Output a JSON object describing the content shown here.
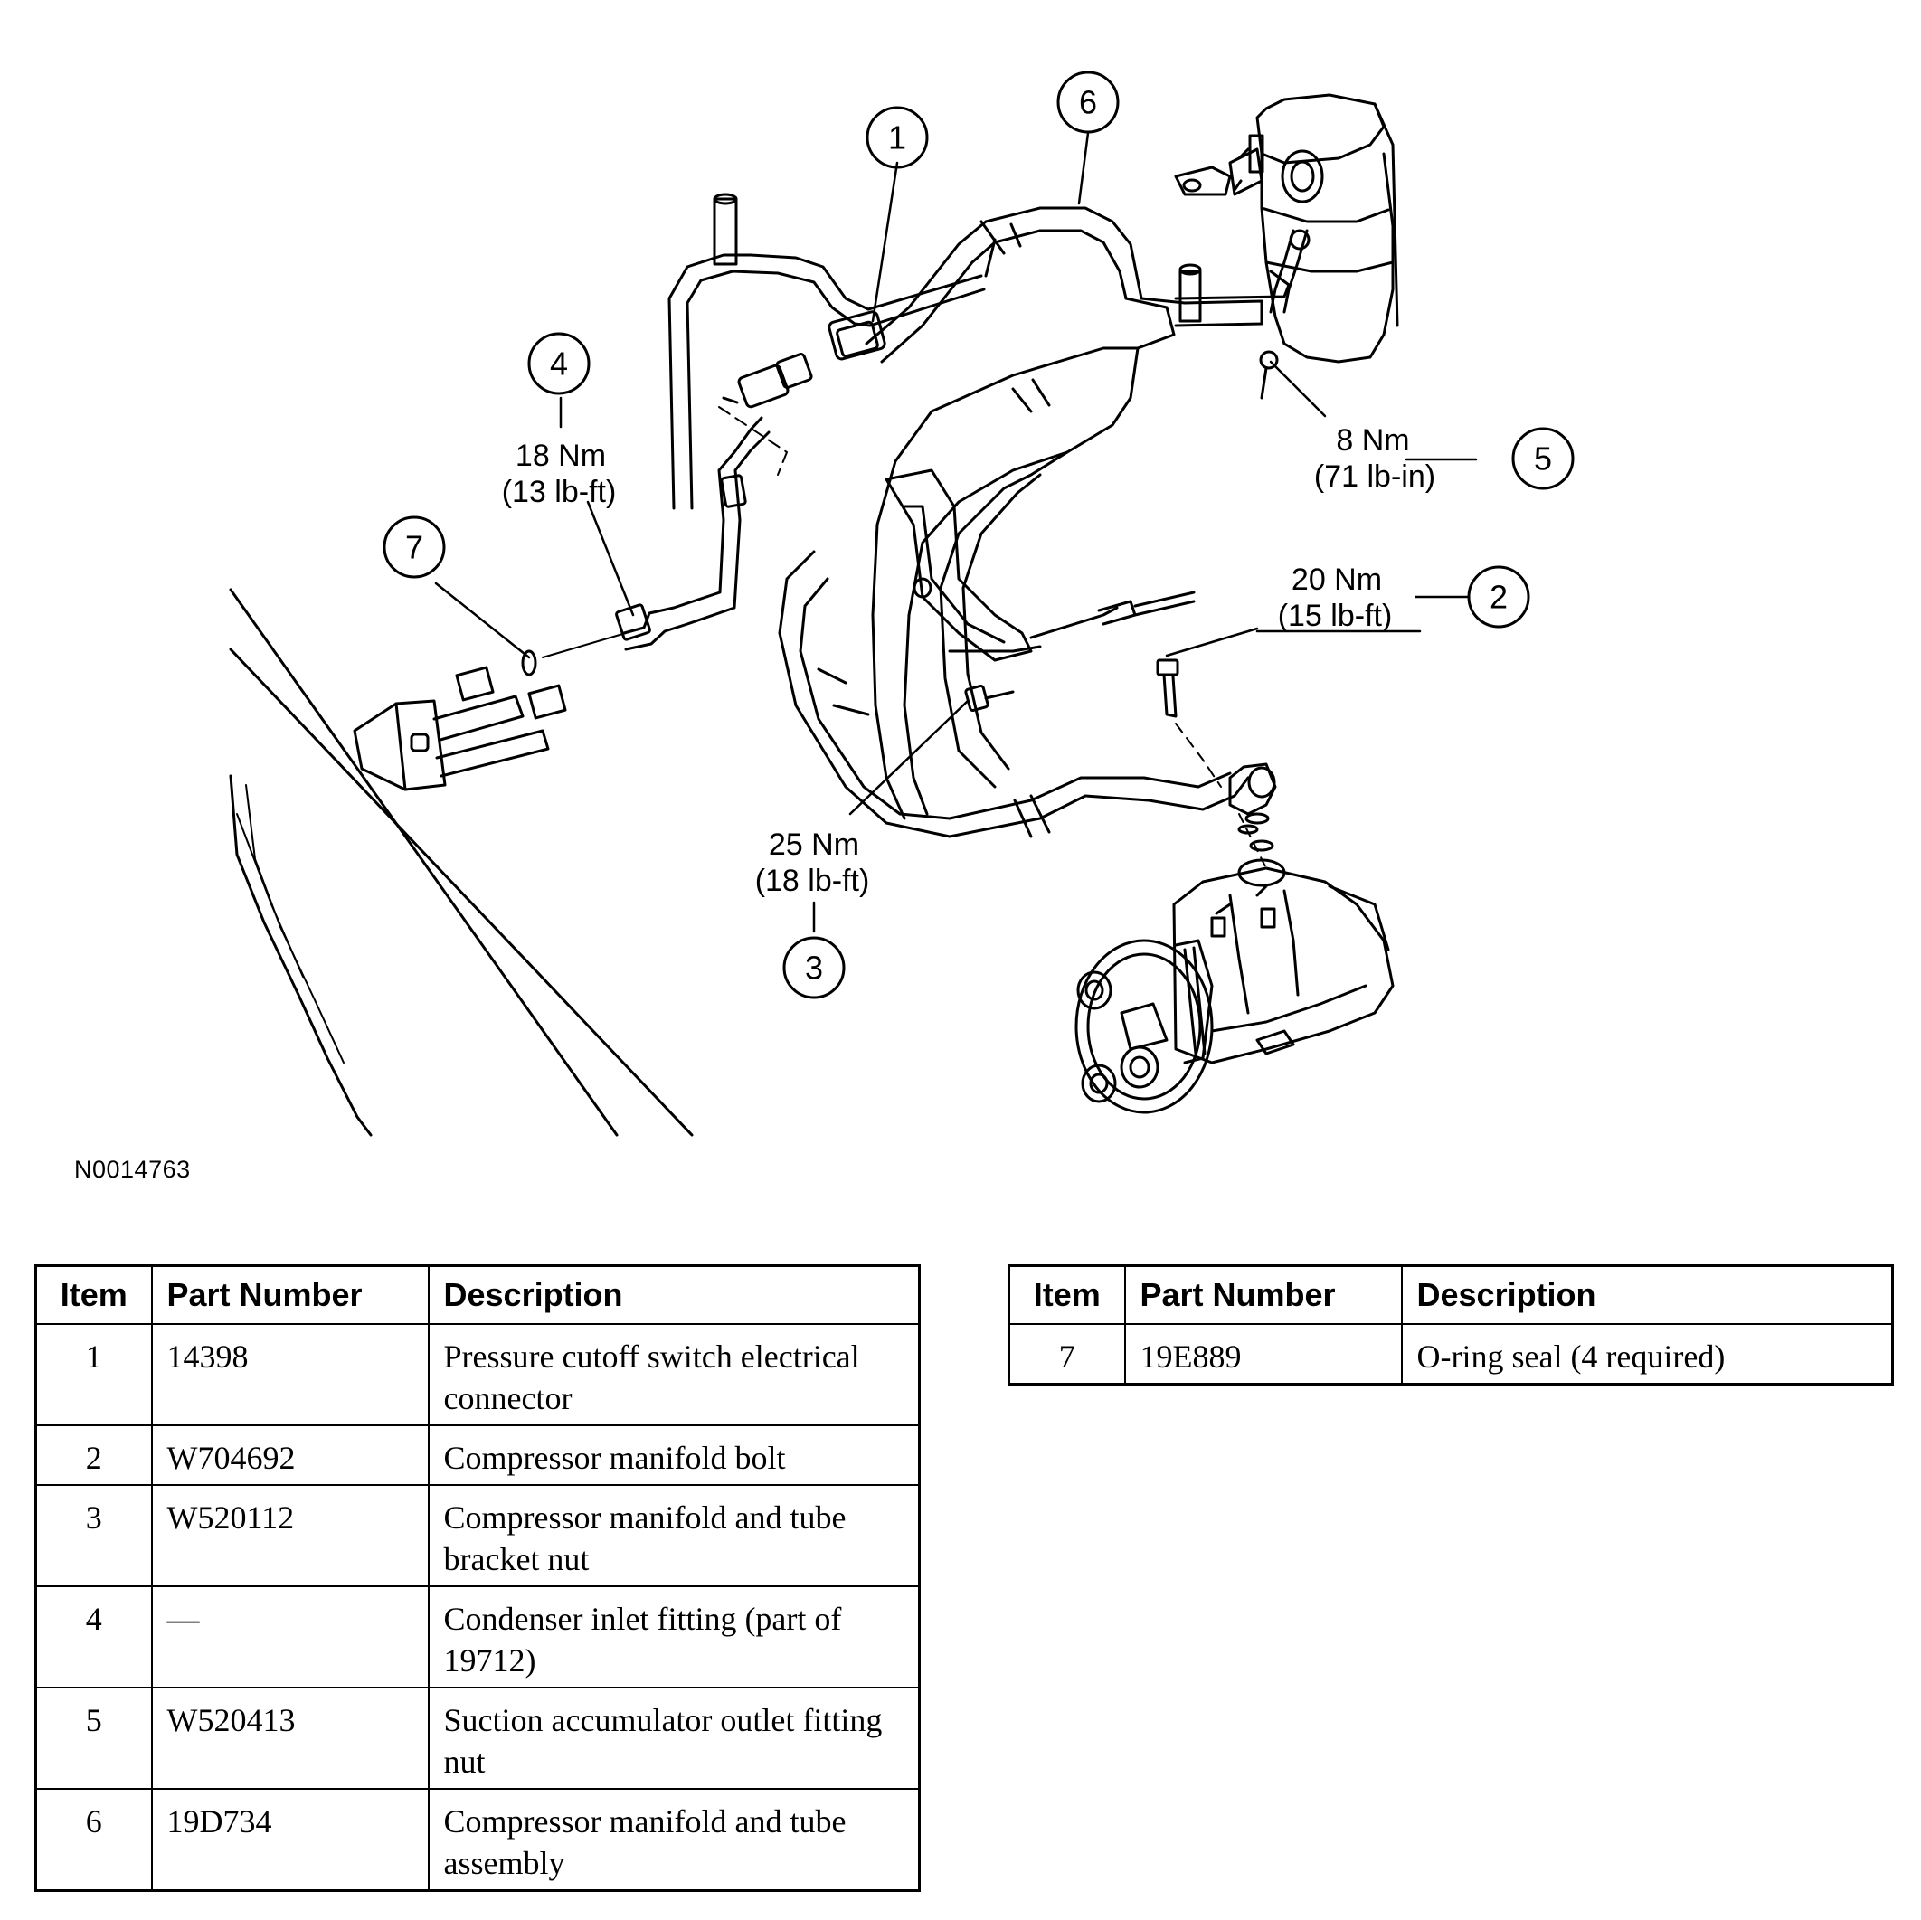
{
  "figure_id": "N0014763",
  "callouts": {
    "c1": {
      "number": "1"
    },
    "c2": {
      "number": "2",
      "torque_nm": "20 Nm",
      "torque_imp": "(15 lb-ft)"
    },
    "c3": {
      "number": "3",
      "torque_nm": "25 Nm",
      "torque_imp": "(18 lb-ft)"
    },
    "c4": {
      "number": "4",
      "torque_nm": "18 Nm",
      "torque_imp": "(13 lb-ft)"
    },
    "c5": {
      "number": "5",
      "torque_nm": "8 Nm",
      "torque_imp": "(71 lb-in)"
    },
    "c6": {
      "number": "6"
    },
    "c7": {
      "number": "7"
    }
  },
  "parts_table": {
    "headers": {
      "item": "Item",
      "part_number": "Part Number",
      "description": "Description"
    },
    "rows": [
      {
        "item": "1",
        "part_number": "14398",
        "description": "Pressure cutoff switch electrical connector"
      },
      {
        "item": "2",
        "part_number": "W704692",
        "description": "Compressor manifold bolt"
      },
      {
        "item": "3",
        "part_number": "W520112",
        "description": "Compressor manifold and tube bracket nut"
      },
      {
        "item": "4",
        "part_number": "—",
        "description": "Condenser inlet fitting (part of 19712)"
      },
      {
        "item": "5",
        "part_number": "W520413",
        "description": "Suction accumulator outlet fitting nut"
      },
      {
        "item": "6",
        "part_number": "19D734",
        "description": "Compressor manifold and tube assembly"
      },
      {
        "item": "7",
        "part_number": "19E889",
        "description": "O-ring seal (4 required)"
      }
    ]
  }
}
